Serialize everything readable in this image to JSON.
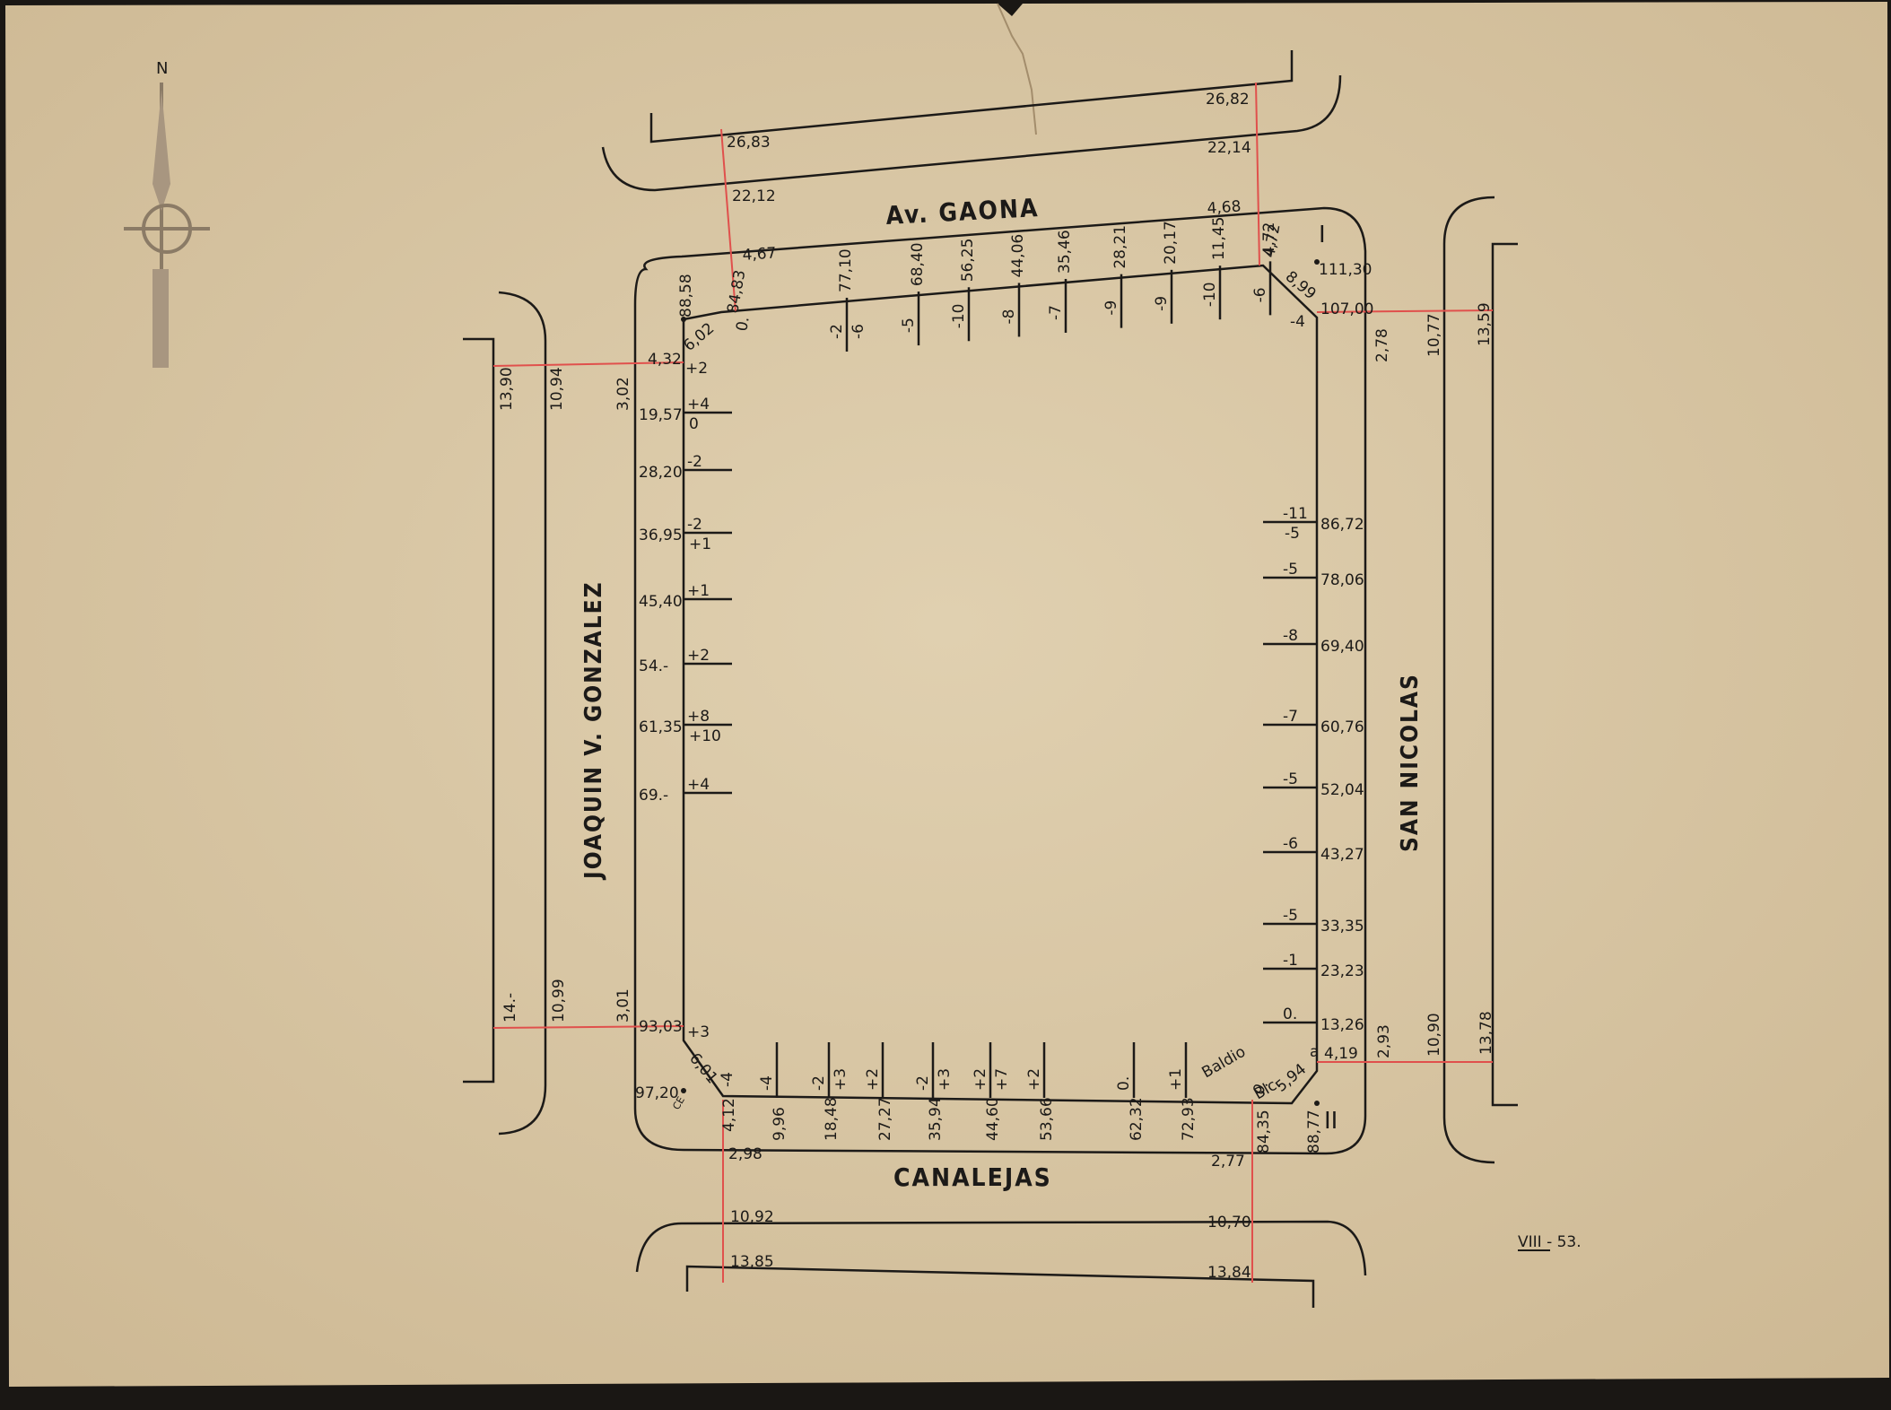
{
  "colors": {
    "paper": "#dccbaa",
    "paper_shadow": "#c9b48f",
    "ink": "#1c1a18",
    "red_line": "#e0504c",
    "background": "#1a1714"
  },
  "streets": {
    "north": "Av. GAONA",
    "south": "CANALEJAS",
    "west": "JOAQUIN V. GONZALEZ",
    "east": "SAN NICOLAS"
  },
  "corners": {
    "ne": "I",
    "se": "II"
  },
  "sheet_number": "VIII - 53.",
  "north_arrow": {
    "label": "N",
    "icon": "north-arrow-icon"
  },
  "labels": {
    "baldio": "Baldio",
    "blc": "Blc.",
    "ce": "CE"
  },
  "street_cross_sections": {
    "north_west": [
      "26,83",
      "22,12"
    ],
    "north_east": [
      "26,82",
      "22,14"
    ],
    "south_west": [
      "2,98",
      "10,92",
      "13,85"
    ],
    "south_east": [
      "2,77",
      "10,70",
      "13,84"
    ],
    "west_north": [
      "13,90",
      "10,94",
      "3,02"
    ],
    "west_south": [
      "14.-",
      "10,99",
      "3,01"
    ],
    "east_north": [
      "2,78",
      "10,77",
      "13,59"
    ],
    "east_south": [
      "2,93",
      "10,90",
      "13,78"
    ]
  },
  "corner_values": {
    "nw_top": "4,67",
    "nw_side": "4,32",
    "nw_chamfer": "6,02",
    "nw_88": "88,58",
    "nw_84": "84,83",
    "ne_top": "4,68",
    "ne_chamfer": "4,72",
    "ne_899": "8,99",
    "ne_111": "111,30",
    "ne_107": "107,00",
    "sw_chamfer": "6,01",
    "sw_93": "93,03",
    "sw_97": "97,20",
    "sw_412": "4,12",
    "se_419": "4,19",
    "se_594": "5,94",
    "se_8435": "84,35",
    "se_8877": "88,77"
  },
  "north_side": [
    {
      "dist": "77,10",
      "top": "-2",
      "bottom": "-6"
    },
    {
      "dist": "68,40",
      "top": "-5",
      "bottom": ""
    },
    {
      "dist": "56,25",
      "top": "-10",
      "bottom": ""
    },
    {
      "dist": "44,06",
      "top": "-8",
      "bottom": ""
    },
    {
      "dist": "35,46",
      "top": "-7",
      "bottom": ""
    },
    {
      "dist": "28,21",
      "top": "-9",
      "bottom": ""
    },
    {
      "dist": "20,17",
      "top": "-9",
      "bottom": ""
    },
    {
      "dist": "11,45",
      "top": "-10",
      "bottom": ""
    },
    {
      "dist": "4,72",
      "top": "-6",
      "bottom": ""
    }
  ],
  "north_misc": {
    "zero": "0.",
    "minus4": "-4"
  },
  "west_side": [
    {
      "dist": "19,57",
      "top": "+4",
      "bottom": "0"
    },
    {
      "dist": "28,20",
      "top": "-2",
      "bottom": ""
    },
    {
      "dist": "36,95",
      "top": "-2",
      "bottom": "+1"
    },
    {
      "dist": "45,40",
      "top": "+1",
      "bottom": ""
    },
    {
      "dist": "54.-",
      "top": "+2",
      "bottom": ""
    },
    {
      "dist": "61,35",
      "top": "+8",
      "bottom": "+10"
    },
    {
      "dist": "69.-",
      "top": "+4",
      "bottom": ""
    }
  ],
  "west_misc": {
    "plus2": "+2",
    "plus3": "+3"
  },
  "east_side": [
    {
      "dist": "86,72",
      "top": "-11",
      "bottom": "-5"
    },
    {
      "dist": "78,06",
      "top": "-5",
      "bottom": ""
    },
    {
      "dist": "69,40",
      "top": "-8",
      "bottom": ""
    },
    {
      "dist": "60,76",
      "top": "-7",
      "bottom": ""
    },
    {
      "dist": "52,04",
      "top": "-5",
      "bottom": ""
    },
    {
      "dist": "43,27",
      "top": "-6",
      "bottom": ""
    },
    {
      "dist": "33,35",
      "top": "-5",
      "bottom": ""
    },
    {
      "dist": "23,23",
      "top": "-1",
      "bottom": ""
    },
    {
      "dist": "13,26",
      "top": "0.",
      "bottom": ""
    }
  ],
  "south_side": [
    {
      "dist": "9,96",
      "top": "-4",
      "bottom": ""
    },
    {
      "dist": "18,48",
      "top": "-2",
      "bottom": "+3"
    },
    {
      "dist": "27,27",
      "top": "+2",
      "bottom": ""
    },
    {
      "dist": "35,94",
      "top": "-2",
      "bottom": "+3"
    },
    {
      "dist": "44,60",
      "top": "+2",
      "bottom": "+7"
    },
    {
      "dist": "53,66",
      "top": "+2",
      "bottom": ""
    },
    {
      "dist": "62,32",
      "top": "0.",
      "bottom": ""
    },
    {
      "dist": "72,93",
      "top": "+1",
      "bottom": ""
    }
  ],
  "south_misc": {
    "minus4": "-4",
    "zero": "0.",
    "a": "a"
  }
}
